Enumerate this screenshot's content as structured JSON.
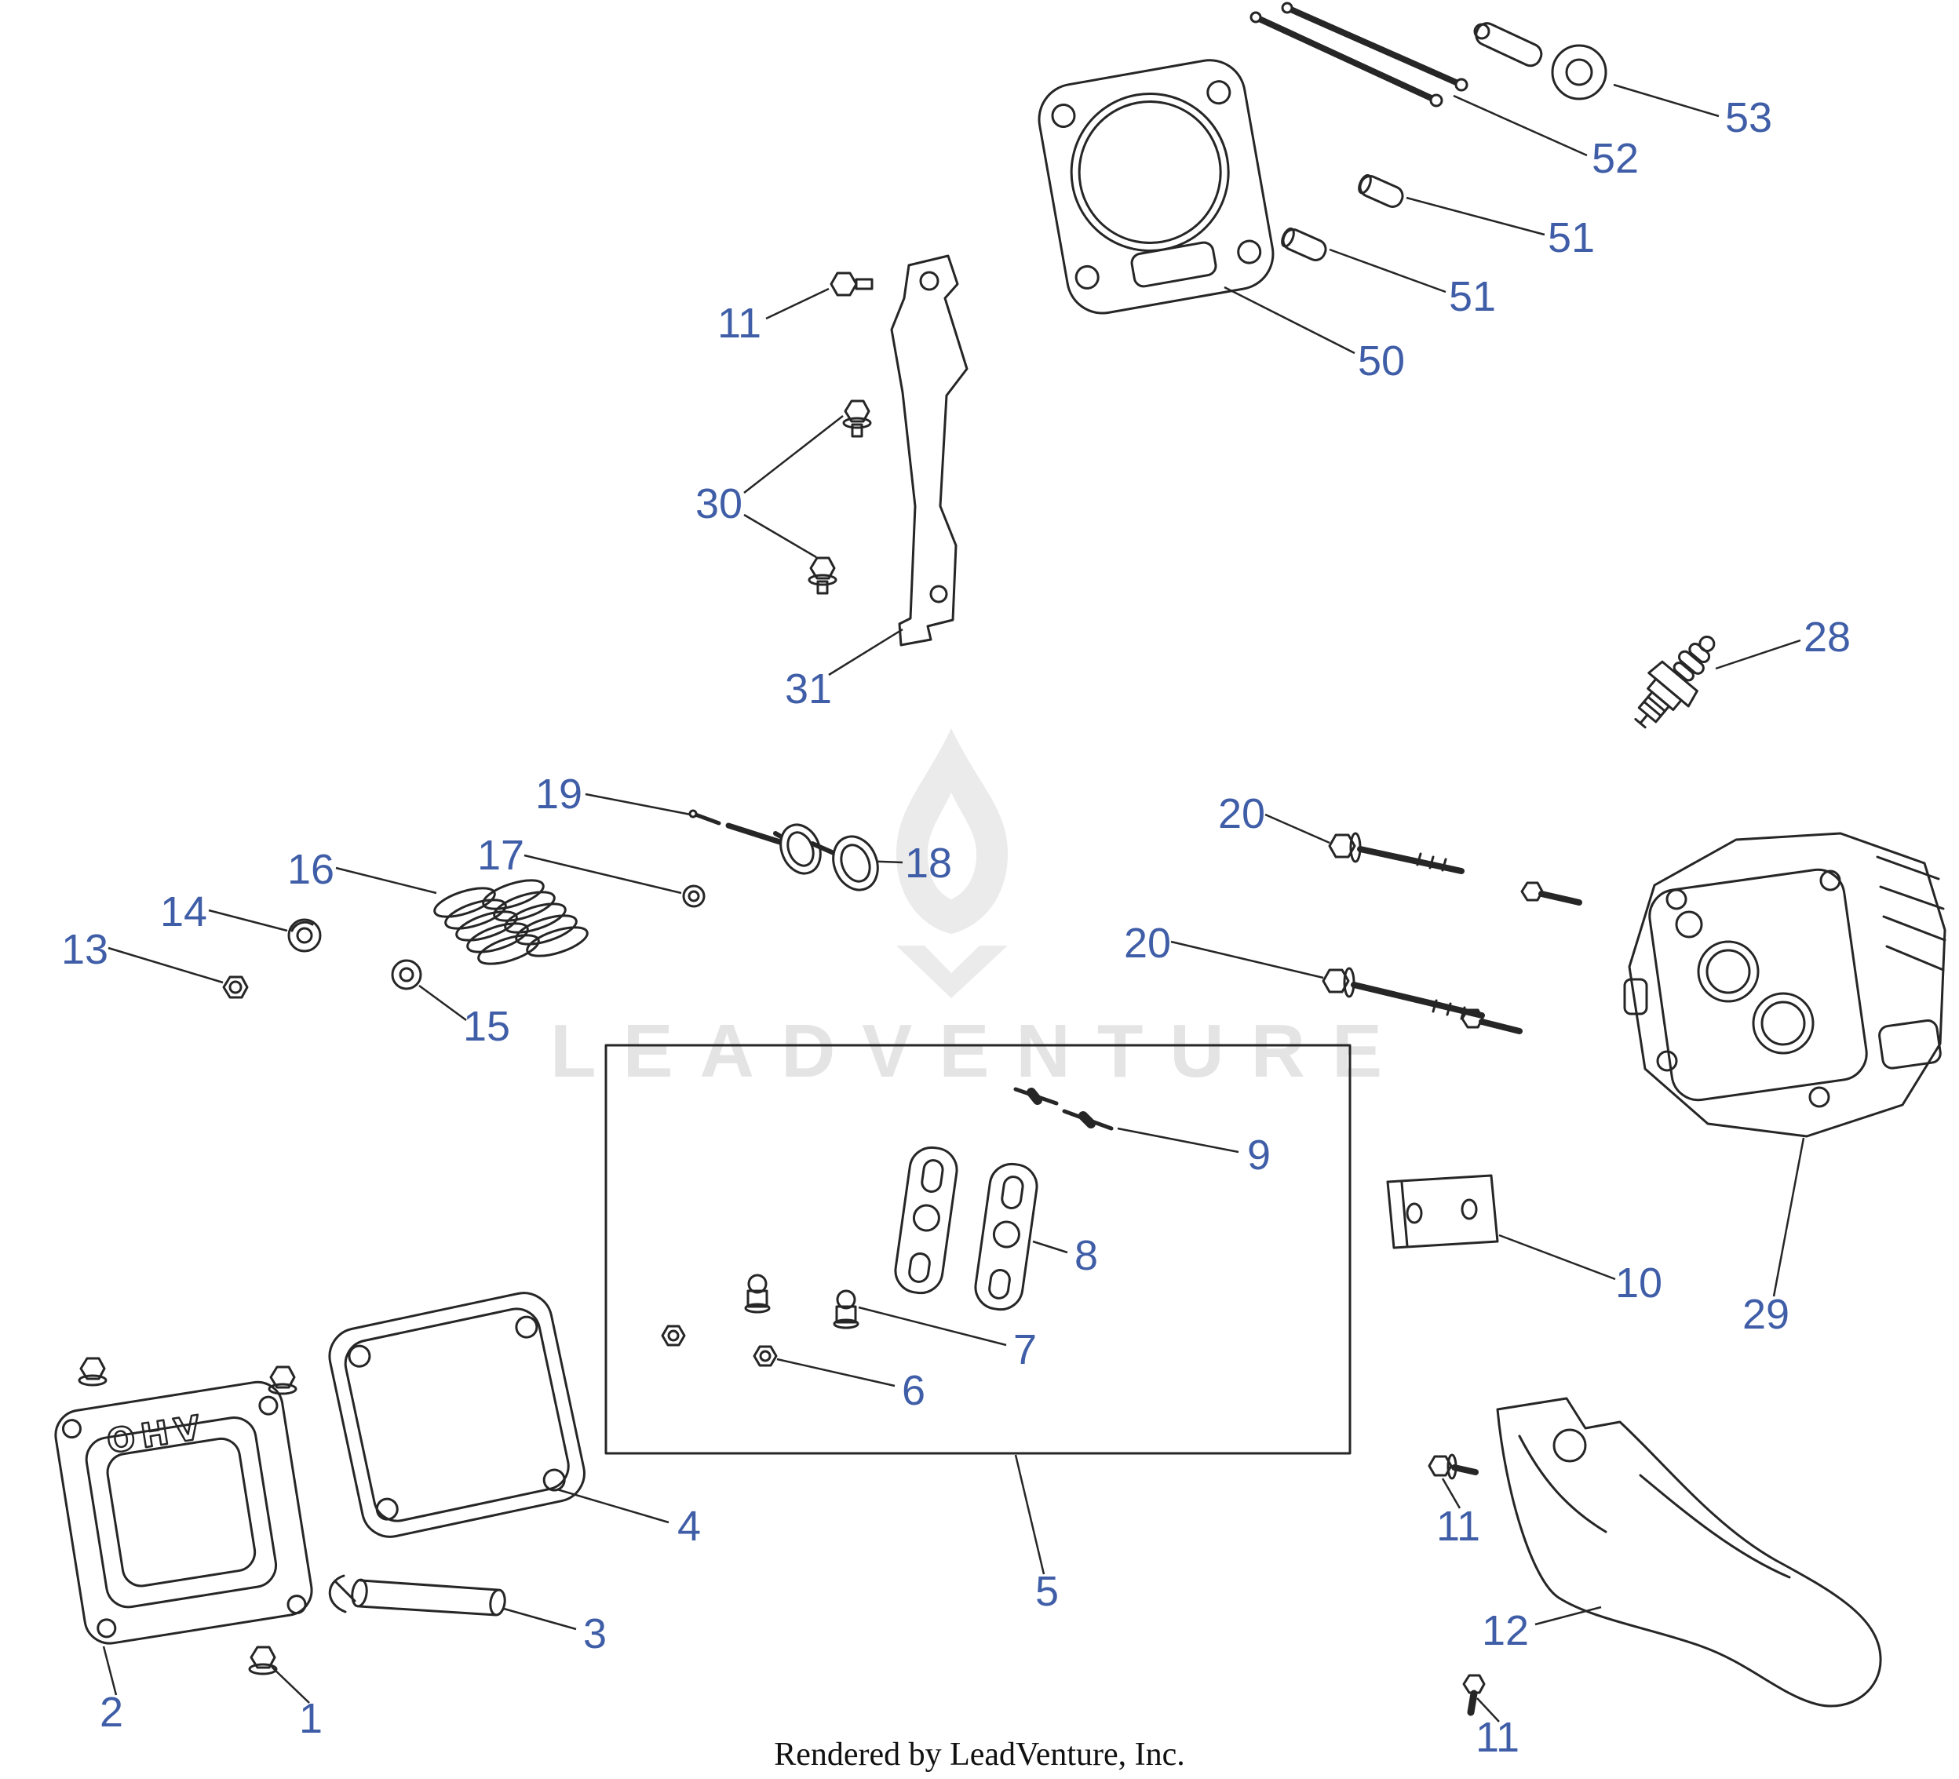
{
  "diagram": {
    "watermark": {
      "text": "LEADVENTURE"
    },
    "footer": {
      "credit": "Rendered by LeadVenture, Inc."
    },
    "cover_marking": "OHV",
    "colors": {
      "callout_label": "#3f5ea7",
      "line_art": "#262626",
      "watermark": "#e6e6e6",
      "background": "#ffffff"
    },
    "callouts": [
      {
        "id": "callout-53",
        "text": "53"
      },
      {
        "id": "callout-52",
        "text": "52"
      },
      {
        "id": "callout-51-a",
        "text": "51"
      },
      {
        "id": "callout-51-b",
        "text": "51"
      },
      {
        "id": "callout-50",
        "text": "50"
      },
      {
        "id": "callout-11-a",
        "text": "11"
      },
      {
        "id": "callout-30",
        "text": "30"
      },
      {
        "id": "callout-31",
        "text": "31"
      },
      {
        "id": "callout-28",
        "text": "28"
      },
      {
        "id": "callout-19",
        "text": "19"
      },
      {
        "id": "callout-18",
        "text": "18"
      },
      {
        "id": "callout-17",
        "text": "17"
      },
      {
        "id": "callout-16",
        "text": "16"
      },
      {
        "id": "callout-14",
        "text": "14"
      },
      {
        "id": "callout-13",
        "text": "13"
      },
      {
        "id": "callout-15",
        "text": "15"
      },
      {
        "id": "callout-20-a",
        "text": "20"
      },
      {
        "id": "callout-20-b",
        "text": "20"
      },
      {
        "id": "callout-9",
        "text": "9"
      },
      {
        "id": "callout-8",
        "text": "8"
      },
      {
        "id": "callout-10",
        "text": "10"
      },
      {
        "id": "callout-29",
        "text": "29"
      },
      {
        "id": "callout-7",
        "text": "7"
      },
      {
        "id": "callout-6",
        "text": "6"
      },
      {
        "id": "callout-5",
        "text": "5"
      },
      {
        "id": "callout-4",
        "text": "4"
      },
      {
        "id": "callout-3",
        "text": "3"
      },
      {
        "id": "callout-2",
        "text": "2"
      },
      {
        "id": "callout-1",
        "text": "1"
      },
      {
        "id": "callout-12",
        "text": "12"
      },
      {
        "id": "callout-11-b",
        "text": "11"
      },
      {
        "id": "callout-11-c",
        "text": "11"
      }
    ]
  }
}
